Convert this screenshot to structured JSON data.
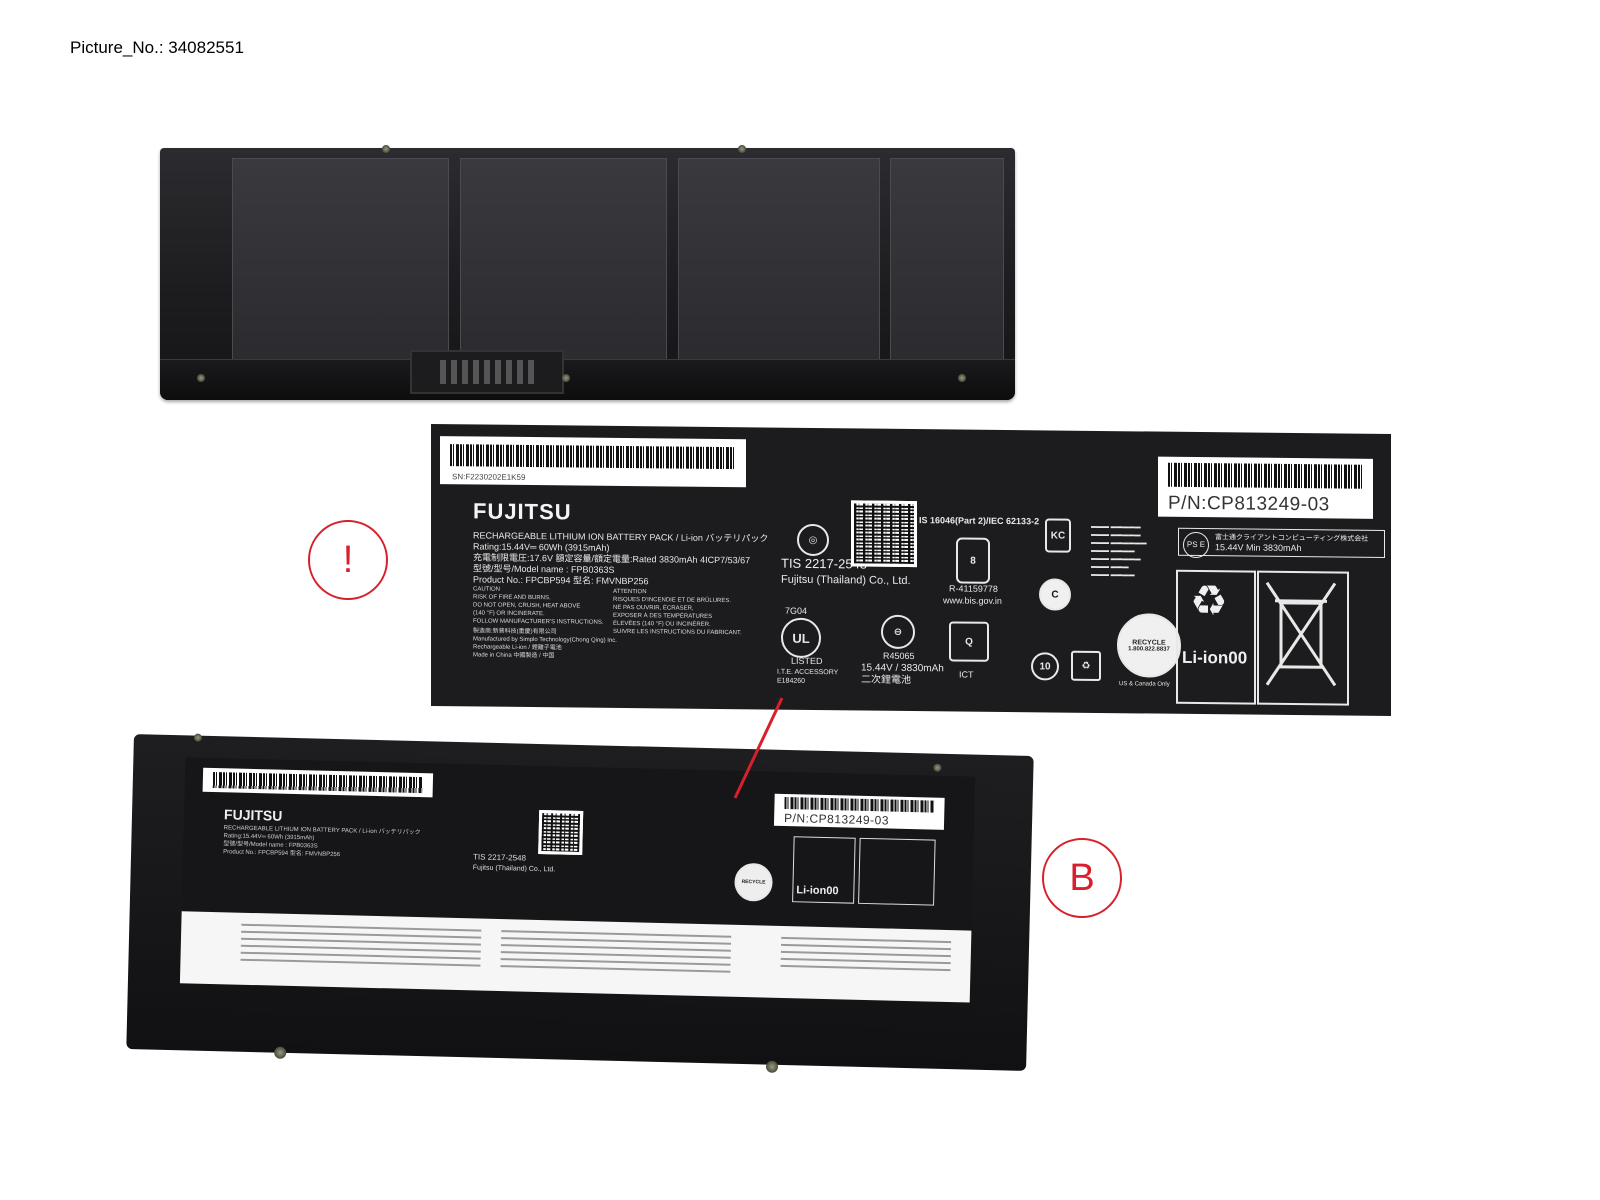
{
  "caption": "Picture_No.: 34082551",
  "label": {
    "serial_line": "SN:F2230202E1K59",
    "part_number": "P/N:CP813249-03",
    "brand": "FUJITSU",
    "product_line": "RECHARGEABLE LITHIUM ION BATTERY PACK / Li-ion バッテリパック",
    "rating": "Rating:15.44V═ 60Wh (3915mAh)",
    "charge": "充電制限電圧:17.6V  額定容量/額定電量:Rated 3830mAh  4ICP7/53/67",
    "model": "型號/型号/Model name : FPB0363S",
    "product_no": "Product No.: FPCBP594  型名: FMVNBP256",
    "caution_en": [
      "CAUTION",
      "RISK OF FIRE AND BURNS.",
      "DO NOT OPEN, CRUSH, HEAT ABOVE",
      "(140 °F) OR INCINERATE.",
      "FOLLOW MANUFACTURER'S INSTRUCTIONS."
    ],
    "caution_fr": [
      "ATTENTION",
      "RISQUES D'INCENDIE ET DE BRÛLURES.",
      "NE PAS OUVRIR, ÉCRASER,",
      "EXPOSER À DES TEMPÉRATURES",
      "ÉLEVÉES (140 °F) OU INCINÉRER.",
      "SUIVRE LES INSTRUCTIONS DU FABRICANT."
    ],
    "manufacturer": [
      "製造商:新普科技(重慶)有限公司",
      "Manufactured by Simplo Technology(Chong Qing) Inc.",
      "Rechargeable Li-ion / 鋰離子電池",
      "Made in China  中國製造 / 中国"
    ],
    "tis": "TIS 2217-2548",
    "fujitsu_thai": "Fujitsu (Thailand) Co., Ltd.",
    "is_standard": "IS 16046(Part 2)/IEC 62133-2",
    "bis_reg": "R-41159778",
    "bis_url": "www.bis.gov.in",
    "ul_code": "7G04",
    "ul_listed": "LISTED",
    "ul_lines": [
      "I.T.E. ACCESSORY",
      "E184260"
    ],
    "tw_code": "R45065",
    "tw_lines": [
      "15.44V / 3830mAh",
      "二次鋰電池"
    ],
    "ict": "ICT",
    "ps_text_jp": "富士通クライアントコンピューティング株式会社",
    "ps_text_rating": "15.44V  Min 3830mAh",
    "ps": "PS E",
    "liion": "Li-ion00",
    "recycle": "RECYCLE",
    "recycle_phone": "1.800.822.8837",
    "canada": "US & Canada Only",
    "ten": "10"
  },
  "callouts": {
    "warning": "!",
    "b": "B"
  },
  "colors": {
    "callout": "#d8202c",
    "label_bg": "#1c1c1e",
    "battery": "#1d1d20"
  }
}
